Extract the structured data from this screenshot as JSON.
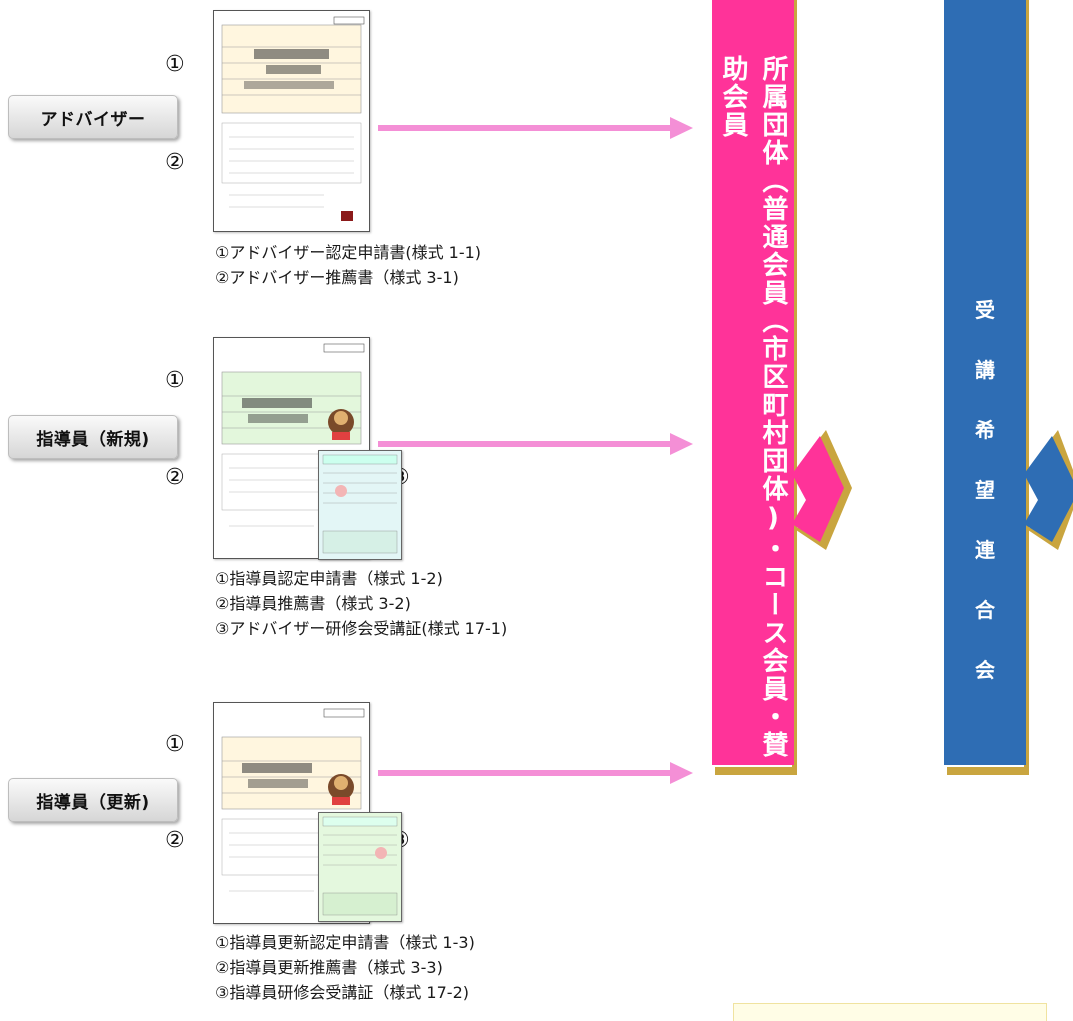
{
  "roles": [
    {
      "label": "アドバイザー",
      "circle1": "①",
      "circle2": "②",
      "captions": [
        "①アドバイザー認定申請書(様式 1-1)",
        "②アドバイザー推薦書（様式 3-1)"
      ]
    },
    {
      "label": "指導員（新規)",
      "circle1": "①",
      "circle2": "②",
      "circle3": "③",
      "captions": [
        "①指導員認定申請書（様式 1-2)",
        "②指導員推薦書（様式 3-2)",
        "③アドバイザー研修会受講証(様式 17-1)"
      ]
    },
    {
      "label": "指導員（更新)",
      "circle1": "①",
      "circle2": "②",
      "circle3": "③",
      "captions": [
        "①指導員更新認定申請書（様式 1-3)",
        "②指導員更新推薦書（様式 3-3)",
        "③指導員研修会受講証（様式 17-2)"
      ]
    }
  ],
  "columns": {
    "pink": "所属団体（普通会員（市区町村団体)・コース会員・賛助会員",
    "blue": [
      "受",
      "講",
      "希",
      "望",
      "連",
      "合",
      "会"
    ]
  },
  "colors": {
    "pink": "#ff3399",
    "blue": "#2e6db4",
    "arrow": "#f48fd6",
    "gold": "#c9a53f"
  }
}
